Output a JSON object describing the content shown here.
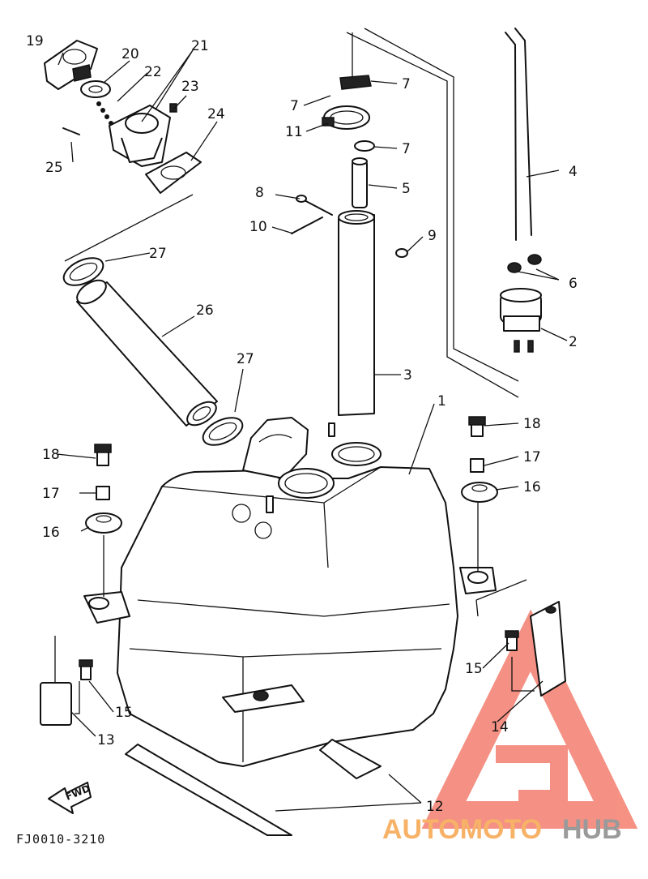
{
  "diagram_code": "FJ0010-3210",
  "fwd_label": "FWD",
  "watermark": {
    "part1": "AUTOMOTO",
    "part2": "HUB",
    "accent_color": "#f26d5b",
    "text_color": "#f7b267",
    "gray_color": "#9a9a9a"
  },
  "callouts": {
    "c1": "1",
    "c2": "2",
    "c3": "3",
    "c4": "4",
    "c5": "5",
    "c6": "6",
    "c7a": "7",
    "c7b": "7",
    "c7c": "7",
    "c8": "8",
    "c9": "9",
    "c10": "10",
    "c11": "11",
    "c12": "12",
    "c13": "13",
    "c14": "14",
    "c15a": "15",
    "c15b": "15",
    "c16a": "16",
    "c16b": "16",
    "c17a": "17",
    "c17b": "17",
    "c18a": "18",
    "c18b": "18",
    "c19": "19",
    "c20": "20",
    "c21": "21",
    "c22": "22",
    "c23": "23",
    "c24": "24",
    "c25": "25",
    "c26": "26",
    "c27a": "27",
    "c27b": "27"
  }
}
